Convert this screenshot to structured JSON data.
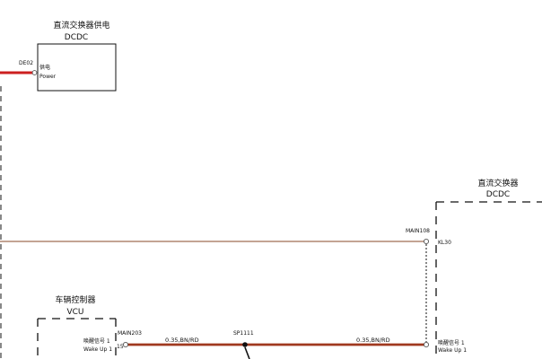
{
  "dcdc_power_block": {
    "title_cn": "直流交换器供电",
    "title_en": "DCDC",
    "connector": "DE02",
    "pin_label_cn": "供电",
    "pin_label_en": "Power"
  },
  "dcdc_block": {
    "title_cn": "直流交换器",
    "title_en": "DCDC",
    "pin_kl30": "KL30",
    "pin_wake_cn": "唤醒信号 1",
    "pin_wake_en": "Wake Up 1"
  },
  "vcu_block": {
    "title_cn": "车辆控制器",
    "title_en": "VCU",
    "pin_wake_cn": "唤醒信号 1",
    "pin_wake_en": "Wake Up 1",
    "pin_number": "15"
  },
  "connectors": {
    "main108": "MAIN108",
    "main203": "MAIN203",
    "splice": "SP1111"
  },
  "wires": {
    "left_segment_label": "0.35,BN/RD",
    "right_segment_label": "0.35,BN/RD"
  },
  "colors": {
    "power_wire": "#cc1f1f",
    "brown_red_wire": "#a0391f",
    "thin_wire": "#8a4a2a",
    "outline": "#111111"
  }
}
